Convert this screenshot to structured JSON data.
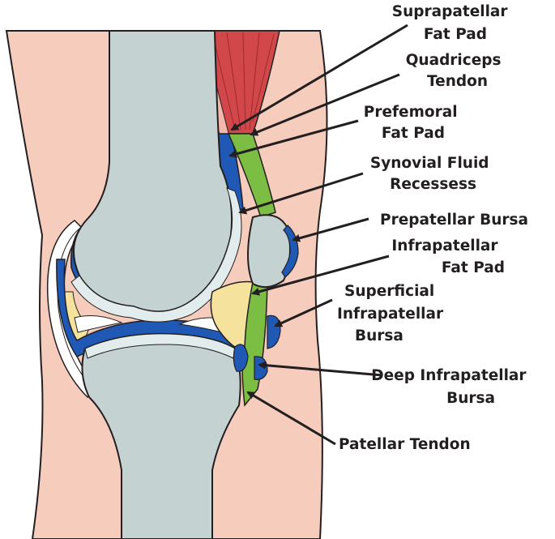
{
  "colors": {
    "skin": "#f6cdbd",
    "bone": "#c4d3d2",
    "cartilage": "#e3ecec",
    "synovial": "#1f59b5",
    "synovial_light": "#4f86d0",
    "fat": "#f5e29c",
    "tendon": "#7cbd43",
    "muscle": "#d2484a",
    "outline": "#231f20"
  },
  "labels": [
    {
      "id": "suprapatellar-fat-pad",
      "lines": [
        "Suprapatellar",
        "Fat Pad"
      ]
    },
    {
      "id": "quadriceps-tendon",
      "lines": [
        "Quadriceps",
        "Tendon"
      ]
    },
    {
      "id": "prefemoral-fat-pad",
      "lines": [
        "Prefemoral",
        "Fat Pad"
      ]
    },
    {
      "id": "synovial-fluid-recesses",
      "lines": [
        "Synovial Fluid",
        "Recessess"
      ]
    },
    {
      "id": "prepatellar-bursa",
      "lines": [
        "Prepatellar Bursa"
      ]
    },
    {
      "id": "infrapatellar-fat-pad",
      "lines": [
        "Infrapatellar",
        "Fat  Pad"
      ]
    },
    {
      "id": "superficial-infrapatellar-bursa",
      "lines": [
        "Superficial",
        "Infrapatellar",
        "Bursa"
      ]
    },
    {
      "id": "deep-infrapatellar-bursa",
      "lines": [
        "Deep Infrapatellar",
        "Bursa"
      ]
    },
    {
      "id": "patellar-tendon",
      "lines": [
        "Patellar Tendon"
      ]
    }
  ]
}
